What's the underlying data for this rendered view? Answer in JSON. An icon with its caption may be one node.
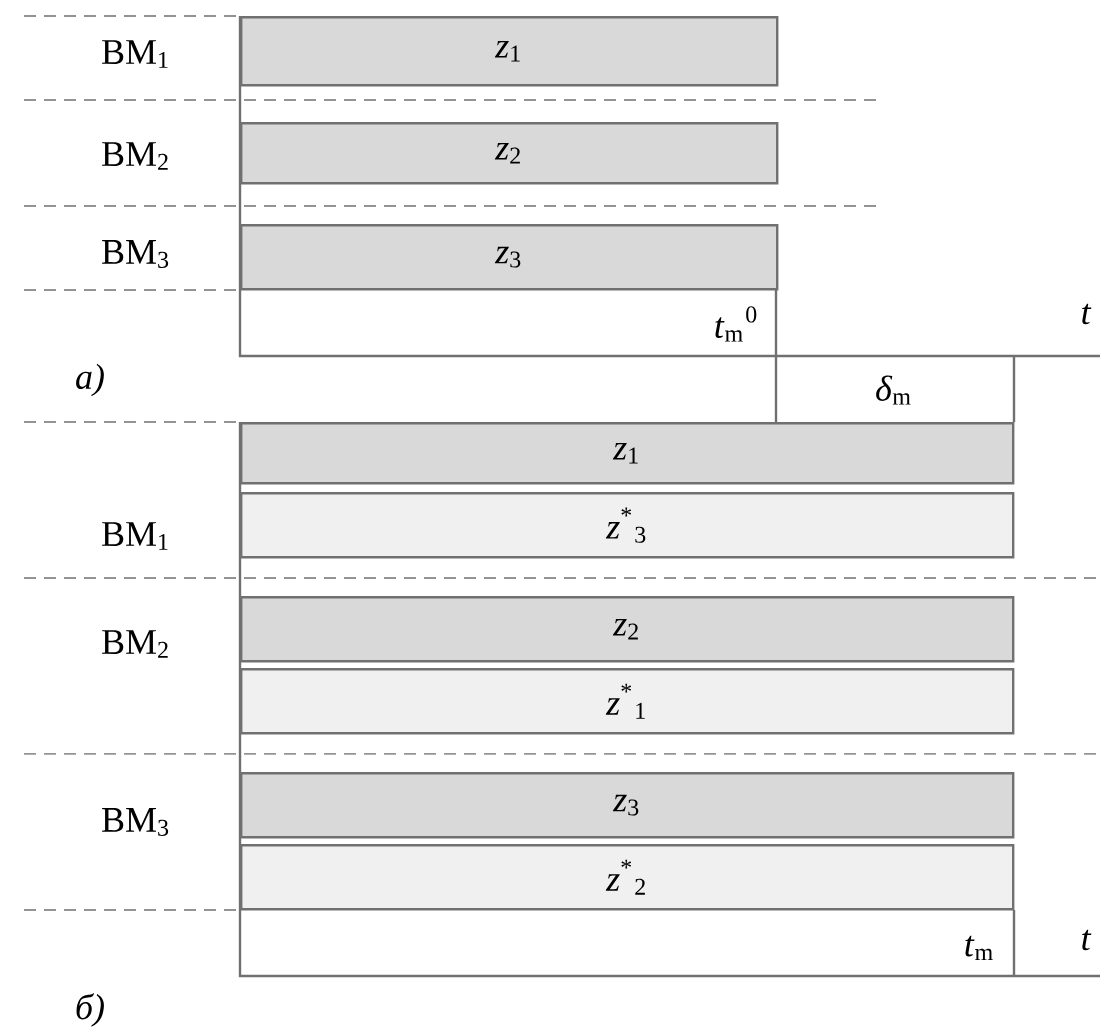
{
  "diagram": {
    "nodes": [
      {
        "text": [
          "*z*$_{1}$"
        ]
      },
      {
        "text": [
          "*z*$_{2}$"
        ]
      },
      {
        "text": [
          "*z*$_{3}$"
        ]
      },
      {
        "text": [
          "*z*$_{1}$"
        ]
      },
      {
        "text": [
          "*z*$^{*}$$_{3}$"
        ]
      },
      {
        "text": [
          "*z*$_{2}$"
        ]
      },
      {
        "text": [
          "*z*$^{*}$$_{1}$"
        ]
      },
      {
        "text": [
          "*z*$_{3}$"
        ]
      },
      {
        "text": [
          "*z*$^{*}$$_{2}$"
        ]
      }
    ],
    "labels": [
      "BM$_{1}$",
      "BM$_{2}$",
      "BM$_{3}$",
      "*t*$_{m}$$^{0}$",
      "*t*",
      "*a)*",
      "*δ*$_{m}$",
      "BM$_{1}$",
      "BM$_{2}$",
      "BM$_{3}$",
      "*t*$_{m}$",
      "*t*",
      "*б)*"
    ]
  }
}
